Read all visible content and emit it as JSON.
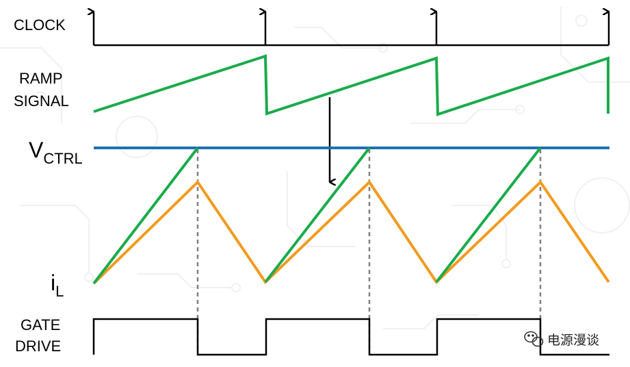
{
  "labels": {
    "clock": "CLOCK",
    "ramp_line1": "RAMP",
    "ramp_line2": "SIGNAL",
    "vctrl_main": "V",
    "vctrl_sub": "CTRL",
    "il_main": "i",
    "il_sub": "L",
    "gate_line1": "GATE",
    "gate_line2": "DRIVE"
  },
  "watermark": {
    "icon": "wechat-icon",
    "text": "电源漫谈"
  },
  "colors": {
    "ramp": "#1aab4b",
    "vctrl": "#1f6fb5",
    "inductor_current": "#f29a1e",
    "sense_ramp": "#1aab4b",
    "clock": "#000000",
    "gate": "#000000",
    "dashed": "#808080"
  }
}
